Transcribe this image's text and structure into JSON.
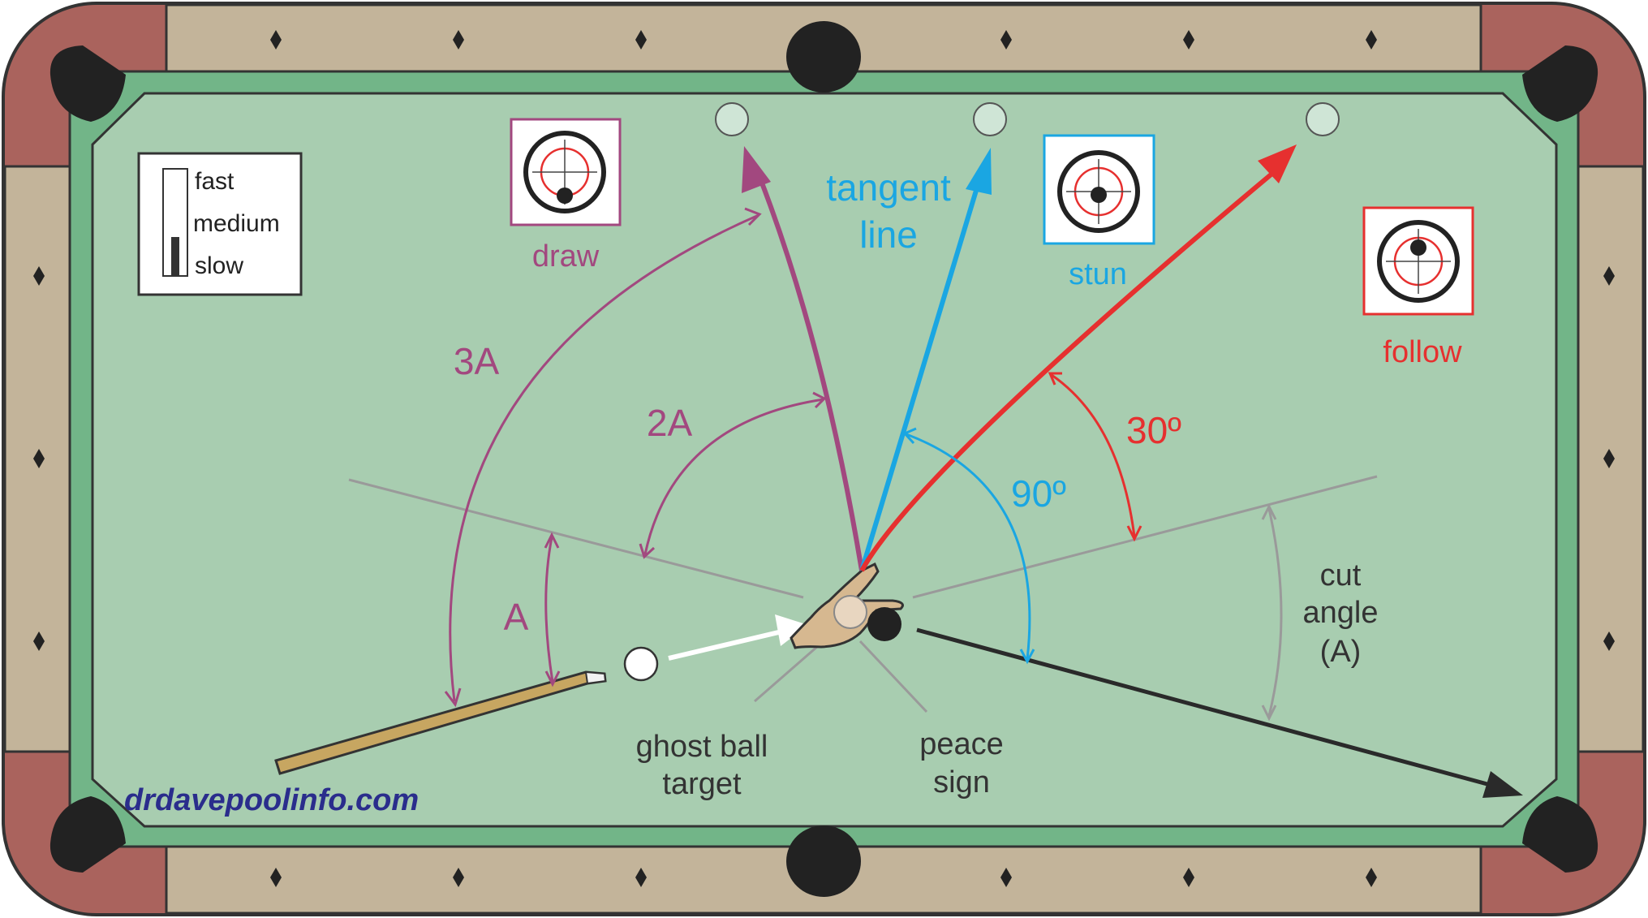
{
  "colors": {
    "felt": "#a8cdb0",
    "cushion": "#72b588",
    "rail_wood": "#c3b49a",
    "rail_corner": "#aa635d",
    "outline": "#333333",
    "pocket": "#222222",
    "draw": "#a2487f",
    "tangent": "#1aa6e2",
    "follow": "#e6302f",
    "ref_line": "#9a9a9a",
    "cue_path": "#2a2a2a",
    "cue_stick": "#c7a661",
    "site_blue": "#2a2d8c"
  },
  "speed_legend": {
    "fast": "fast",
    "medium": "medium",
    "slow": "slow",
    "selected": "slow"
  },
  "spin_labels": {
    "draw": "draw",
    "stun": "stun",
    "follow": "follow"
  },
  "tangent_label": {
    "line1": "tangent",
    "line2": "line"
  },
  "angles": {
    "three_a": "3A",
    "two_a": "2A",
    "a": "A",
    "ninety": "90º",
    "thirty": "30º"
  },
  "cut_angle_label": {
    "line1": "cut",
    "line2": "angle",
    "line3": "(A)"
  },
  "ghost_ball_label": {
    "line1": "ghost ball",
    "line2": "target"
  },
  "peace_sign_label": {
    "line1": "peace",
    "line2": "sign"
  },
  "website": "drdavepoolinfo.com",
  "icons": [
    "pocket-icon",
    "diamond-icon",
    "cue-tip-target-icon",
    "hand-peace-sign-icon",
    "cue-stick-icon"
  ]
}
